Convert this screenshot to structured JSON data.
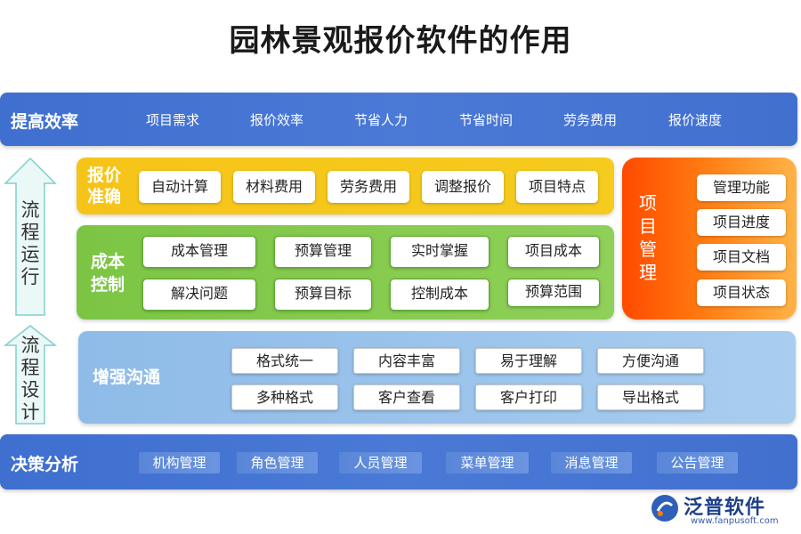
{
  "title": "园林景观报价软件的作用",
  "efficiency": {
    "label": "提高效率",
    "items": [
      "项目需求",
      "报价效率",
      "节省人力",
      "节省时间",
      "劳务费用",
      "报价速度"
    ]
  },
  "process_run": {
    "label_chars": [
      "流",
      "程",
      "运",
      "行"
    ]
  },
  "process_design": {
    "label_chars": [
      "流",
      "程",
      "设",
      "计"
    ]
  },
  "quote_accuracy": {
    "label_lines": [
      "报价",
      "准确"
    ],
    "items": [
      "自动计算",
      "材料费用",
      "劳务费用",
      "调整报价",
      "项目特点"
    ]
  },
  "cost_control": {
    "label_lines": [
      "成本",
      "控制"
    ],
    "items": [
      "成本管理",
      "预算管理",
      "实时掌握",
      "项目成本",
      "解决问题",
      "预算目标",
      "控制成本",
      "预算范围"
    ]
  },
  "project_management": {
    "label_chars": [
      "项",
      "目",
      "管",
      "理"
    ],
    "items": [
      "管理功能",
      "项目进度",
      "项目文档",
      "项目状态"
    ]
  },
  "communication": {
    "label": "增强沟通",
    "items": [
      "格式统一",
      "内容丰富",
      "易于理解",
      "方便沟通",
      "多种格式",
      "客户查看",
      "客户打印",
      "导出格式"
    ]
  },
  "decision": {
    "label": "决策分析",
    "items": [
      "机构管理",
      "角色管理",
      "人员管理",
      "菜单管理",
      "消息管理",
      "公告管理"
    ]
  },
  "logo": {
    "name": "泛普软件",
    "url": "www.fanpusoft.com"
  },
  "colors": {
    "band_blue": "#4a79d6",
    "yellow": "#f6c419",
    "green": "#7cc544",
    "light_blue": "#a9cdef",
    "orange": "#ff6a00",
    "arrow_fill": "#eaf8f7",
    "arrow_stroke": "#7fcfc9"
  }
}
